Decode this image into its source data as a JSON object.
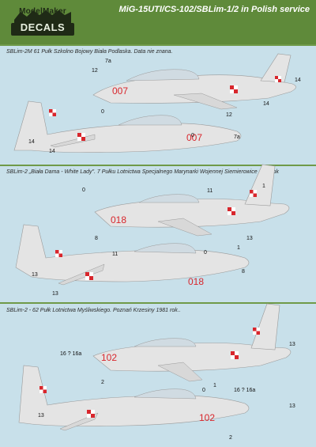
{
  "header": {
    "logo_line1": "ModelMaker",
    "logo_line2": "DECALS",
    "title": "MiG-15UTI/CS-102/SBLim-1/2 in Polish service"
  },
  "sections": [
    {
      "caption": "SBLim-2M 61 Pułk Szkolno Bojowy Biała Podlaska. Data nie znana.",
      "top_aircraft": {
        "code": "007",
        "callouts": [
          "12",
          "7a",
          "14",
          "14",
          "0"
        ]
      },
      "bottom_aircraft": {
        "code": "007",
        "callouts": [
          "0",
          "12",
          "7a",
          "14",
          "14"
        ]
      }
    },
    {
      "caption": "SBLim-2 „Biała Dama - White Lady\". 7 Pułku Lotnictwa Specjalnego Marynarki Wojennej Siemierowice 1991rok",
      "top_aircraft": {
        "code": "018",
        "callouts": [
          "0",
          "11",
          "1",
          "8",
          "13"
        ]
      },
      "bottom_aircraft": {
        "code": "018",
        "callouts": [
          "11",
          "1",
          "0",
          "8",
          "13",
          "13"
        ]
      }
    },
    {
      "caption": "SBLim-2 - 62 Pułk Lotnictwa Myśliwskiego. Poznań Krzesiny 1981 rok..",
      "top_aircraft": {
        "code": "102",
        "callouts": [
          "16 ? 16a",
          "2",
          "13"
        ]
      },
      "bottom_aircraft": {
        "code": "102",
        "callouts": [
          "1",
          "0",
          "16 ? 16a",
          "13",
          "13",
          "2"
        ]
      }
    }
  ],
  "colors": {
    "background": "#6f9a48",
    "header": "#5f8a3a",
    "panel": "#c8e0ea",
    "aircraft": "#e4e4e4",
    "code_red": "#d8262c",
    "checker_white": "#ffffff",
    "checker_red": "#d8262c"
  }
}
